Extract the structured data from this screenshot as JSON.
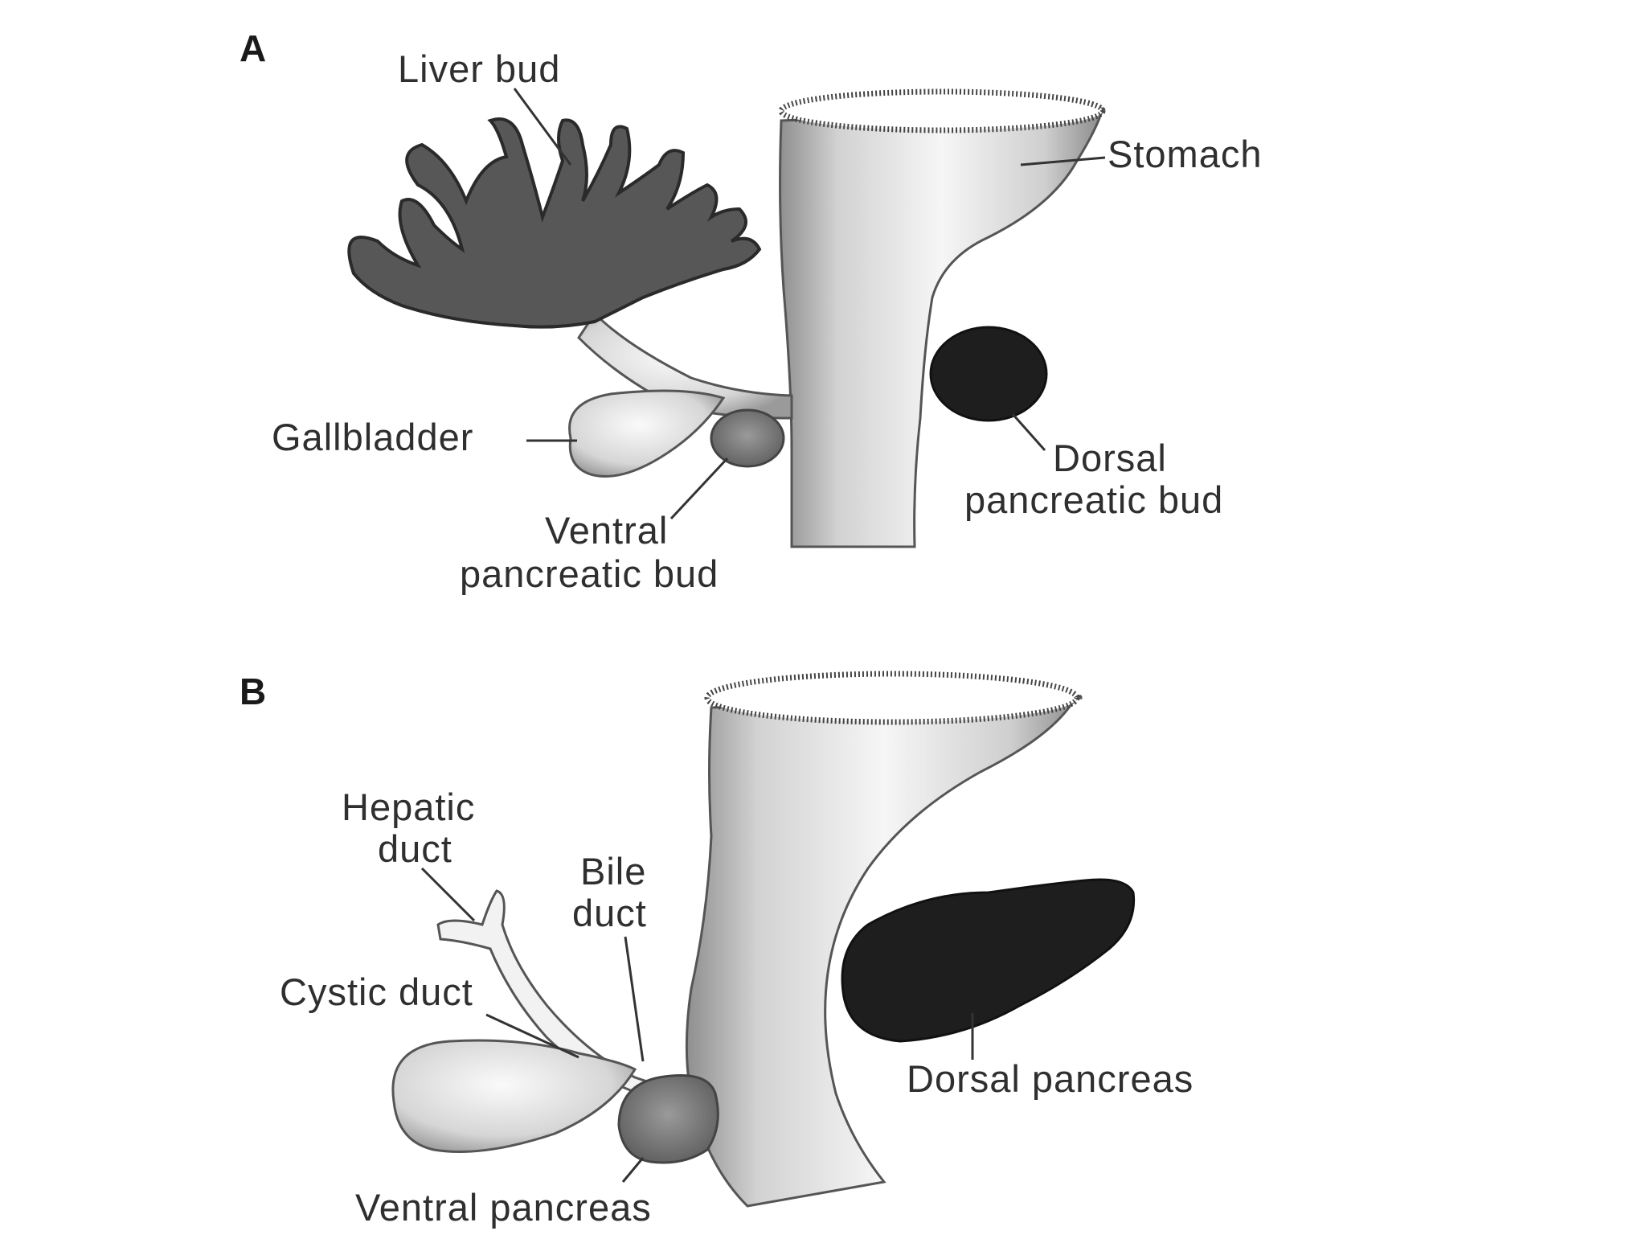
{
  "panels": [
    {
      "letter": "A",
      "labels": {
        "liver_bud": "Liver bud",
        "stomach": "Stomach",
        "gallbladder": "Gallbladder",
        "dorsal_bud_line1": "Dorsal",
        "dorsal_bud_line2": "pancreatic bud",
        "ventral_bud_line1": "Ventral",
        "ventral_bud_line2": "pancreatic bud"
      }
    },
    {
      "letter": "B",
      "labels": {
        "hepatic_duct_line1": "Hepatic",
        "hepatic_duct_line2": "duct",
        "bile_duct_line1": "Bile",
        "bile_duct_line2": "duct",
        "cystic_duct": "Cystic duct",
        "dorsal_pancreas": "Dorsal pancreas",
        "ventral_pancreas": "Ventral pancreas"
      }
    }
  ],
  "colors": {
    "tissue_light": "#e9e9e9",
    "tissue_shade": "#9a9a9a",
    "liver_dark": "#5a5a5a",
    "pancreas_dark": "#1e1e1e",
    "ventral_mid": "#7a7a7a",
    "label_text": "#2f2f2f"
  }
}
